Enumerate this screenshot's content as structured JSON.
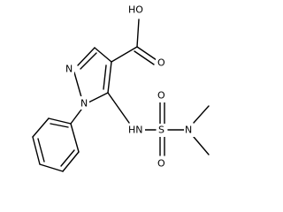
{
  "atoms": {
    "oh": "HO",
    "o_carbonyl": "O",
    "n2": "N",
    "n1": "N",
    "hn": "HN",
    "s": "S",
    "o_s_top": "O",
    "o_s_bottom": "O",
    "n_dimethyl": "N"
  },
  "colors": {
    "bond": "#000000",
    "text": "#000000",
    "background": "#ffffff"
  }
}
